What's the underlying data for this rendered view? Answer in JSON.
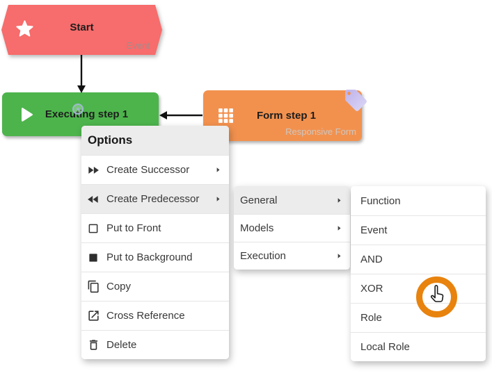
{
  "diagram": {
    "nodes": {
      "start": {
        "label": "Start",
        "type_label": "Event",
        "fill": "#f76c6c",
        "icon": "star-icon",
        "shape": "hexagon"
      },
      "executing": {
        "label": "Executing step 1",
        "fill": "#4db44c",
        "icon": "play-icon",
        "shape": "rounded-rect"
      },
      "form": {
        "label": "Form step 1",
        "type_label": "Responsive Form",
        "fill": "#f2914e",
        "icon": "grid-icon",
        "shape": "rounded-rect",
        "badge": "tag-icon"
      }
    },
    "edges": [
      {
        "from": "Start",
        "to": "Executing step 1"
      },
      {
        "from": "Form step 1",
        "to": "Executing step 1"
      }
    ]
  },
  "context_menu": {
    "title": "Options",
    "items": [
      {
        "label": "Create Successor",
        "icon": "fast-forward-icon",
        "has_submenu": true
      },
      {
        "label": "Create Predecessor",
        "icon": "rewind-icon",
        "has_submenu": true,
        "highlighted": true
      },
      {
        "label": "Put to Front",
        "icon": "square-outline-icon"
      },
      {
        "label": "Put to Background",
        "icon": "square-filled-icon"
      },
      {
        "label": "Copy",
        "icon": "copy-icon"
      },
      {
        "label": "Cross Reference",
        "icon": "external-link-icon"
      },
      {
        "label": "Delete",
        "icon": "trash-icon"
      }
    ]
  },
  "category_submenu": {
    "items": [
      {
        "label": "General",
        "has_submenu": true,
        "highlighted": true
      },
      {
        "label": "Models",
        "has_submenu": true
      },
      {
        "label": "Execution",
        "has_submenu": true
      }
    ]
  },
  "type_submenu": {
    "items": [
      {
        "label": "Function"
      },
      {
        "label": "Event"
      },
      {
        "label": "AND"
      },
      {
        "label": "XOR",
        "cursor_over": true
      },
      {
        "label": "Role"
      },
      {
        "label": "Local Role"
      }
    ]
  },
  "cursor": {
    "ring_color": "#e8830e",
    "style": "hand-pointer"
  },
  "colors": {
    "start_node": "#f76c6c",
    "executing_node": "#4db44c",
    "form_node": "#f2914e",
    "tag_badge": "#c5baee",
    "menu_header_bg": "#ececec",
    "menu_highlight_bg": "#ececec",
    "menu_separator": "#e5e5e5",
    "anchor_ring": "#9db8cf",
    "edge": "#111111"
  }
}
